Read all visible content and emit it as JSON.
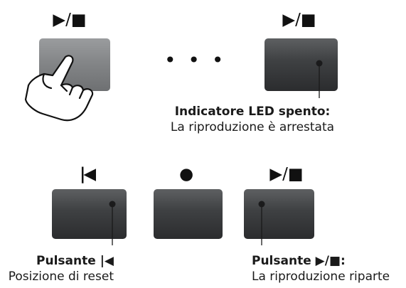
{
  "top_row": {
    "left_label": "▶/■",
    "ellipsis": "• • •",
    "right_label": "▶/■"
  },
  "led_off": {
    "title": "Indicatore LED spento:",
    "description": "La riproduzione è arrestata"
  },
  "bottom_row": {
    "reset_label": "|◀",
    "record_label": "●",
    "play_stop_label": "▶/■"
  },
  "reset_callout": {
    "title": "Pulsante |◀",
    "description": "Posizione di reset"
  },
  "play_callout": {
    "title": "Pulsante ▶/■:",
    "description": "La riproduzione riparte"
  },
  "colors": {
    "button_dark": "#3f4143",
    "button_pressed": "#848688",
    "led_off": "#1b1b1c"
  },
  "icons": [
    "play-stop-icon",
    "reset-icon",
    "record-icon",
    "finger-press-icon"
  ]
}
